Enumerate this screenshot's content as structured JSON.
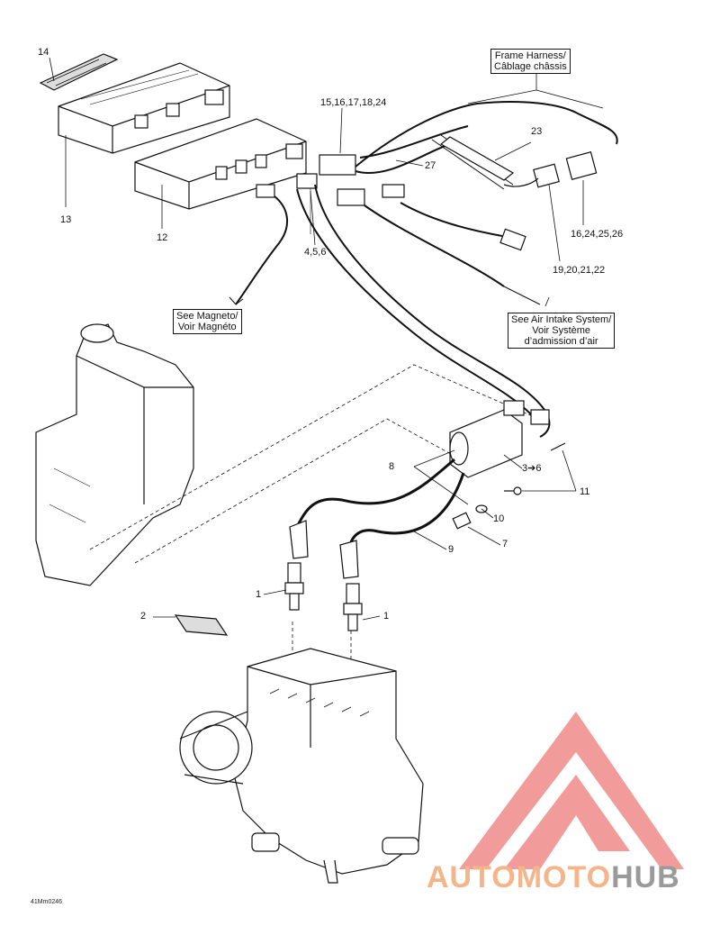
{
  "callouts": {
    "c14": "14",
    "c13": "13",
    "c12": "12",
    "c15": "15,16,17,18,24",
    "c27": "27",
    "c23": "23",
    "c16": "16,24,25,26",
    "c4": "4,5,6",
    "c19": "19,20,21,22",
    "c3": "3➔6",
    "c11": "11",
    "c8": "8",
    "c10": "10",
    "c7": "7",
    "c9": "9",
    "c1a": "1",
    "c1b": "1",
    "c2": "2"
  },
  "references": {
    "frame_harness": [
      "Frame Harness/",
      "Câblage châssis"
    ],
    "see_magneto": [
      "See Magneto/",
      "Voir Magnéto"
    ],
    "see_air_intake": [
      "See Air Intake System/",
      "Voir Système",
      "d’admission d’air"
    ]
  },
  "diagram_code": "41Mm0246",
  "watermark": {
    "part1": "AUTOMOTO",
    "part2": "HUB",
    "color_triangle": "#f08a8a",
    "color_text_a": "#f5b58a",
    "color_text_b": "#9a9a9a"
  }
}
